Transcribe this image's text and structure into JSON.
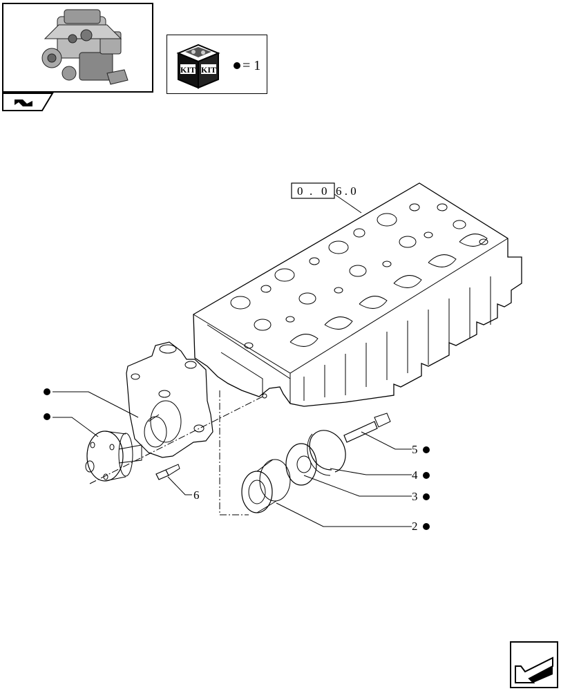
{
  "kit_legend": {
    "box_text_left": "KIT",
    "box_text_right": "KIT",
    "equals_value": "= 1"
  },
  "reference": {
    "box_digits": [
      "0",
      "0"
    ],
    "suffix": "6 . 0"
  },
  "callouts": {
    "c1": "",
    "c2": "",
    "c5": "5",
    "c4": "4",
    "c3": "3",
    "c2b": "2",
    "c6": "6"
  },
  "colors": {
    "line": "#000000",
    "background": "#ffffff"
  },
  "icons": {
    "thumbnail": "engine-thumbnail-icon",
    "section_tab": "section-arrow-icon",
    "kit_box": "kit-box-icon",
    "nav": "next-page-arrow-icon"
  }
}
